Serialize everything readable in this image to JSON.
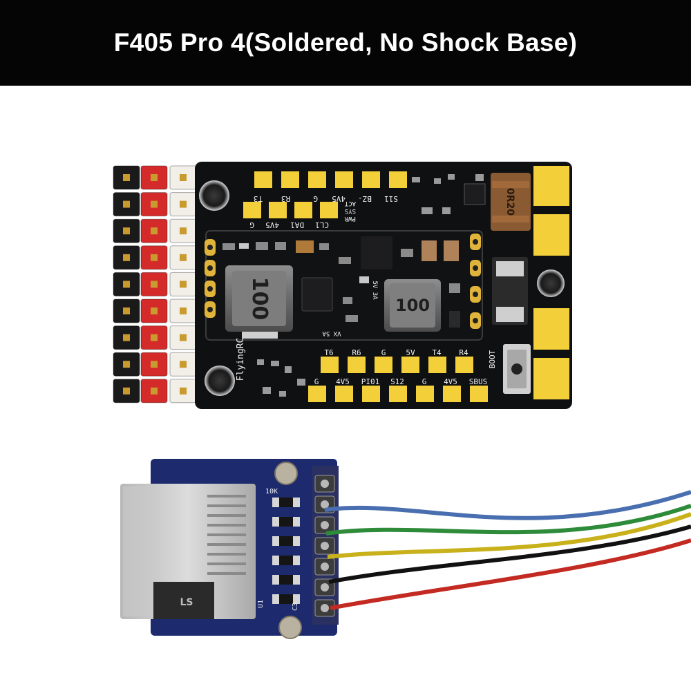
{
  "banner": {
    "title": "F405 Pro 4(Soldered, No Shock Base)"
  },
  "flight_controller": {
    "silkscreen_top_pads": [
      "T3",
      "R3",
      "G",
      "4V5",
      "BZ-",
      "S11"
    ],
    "silkscreen_mid_pads": [
      "G",
      "4V5",
      "DA1",
      "CL1"
    ],
    "status_leds": [
      "PWR",
      "SYS",
      "ACT"
    ],
    "silkscreen_bottom_top_row": [
      "T6",
      "R6",
      "G",
      "5V",
      "T4",
      "R4"
    ],
    "silkscreen_bottom_bottom_row": [
      "G",
      "4V5",
      "PI01",
      "S12",
      "G",
      "4V5",
      "SBUS"
    ],
    "boot_label": "BOOT",
    "brand_label": "FlyingRC",
    "inductor_left": "100",
    "inductor_right": "100",
    "inductor_top": "0R20",
    "rail_labels": [
      "VX 5A",
      "5V 3A"
    ]
  },
  "sd_module": {
    "label_10k": "10K",
    "label_u1": "U1",
    "label_c3": "C3",
    "card_mark": "LS"
  },
  "colors": {
    "banner_bg": "#050505",
    "pcb": "#0f1012",
    "pad_gold": "#f3cf3a",
    "header_black": "#1a1a1a",
    "header_red": "#d42a2a",
    "header_white": "#f1efe8",
    "sd_pcb": "#1d2b6e",
    "wires": [
      "#4a6fb0",
      "#2e8b3a",
      "#c8b11a",
      "#111111",
      "#c22a22"
    ]
  }
}
